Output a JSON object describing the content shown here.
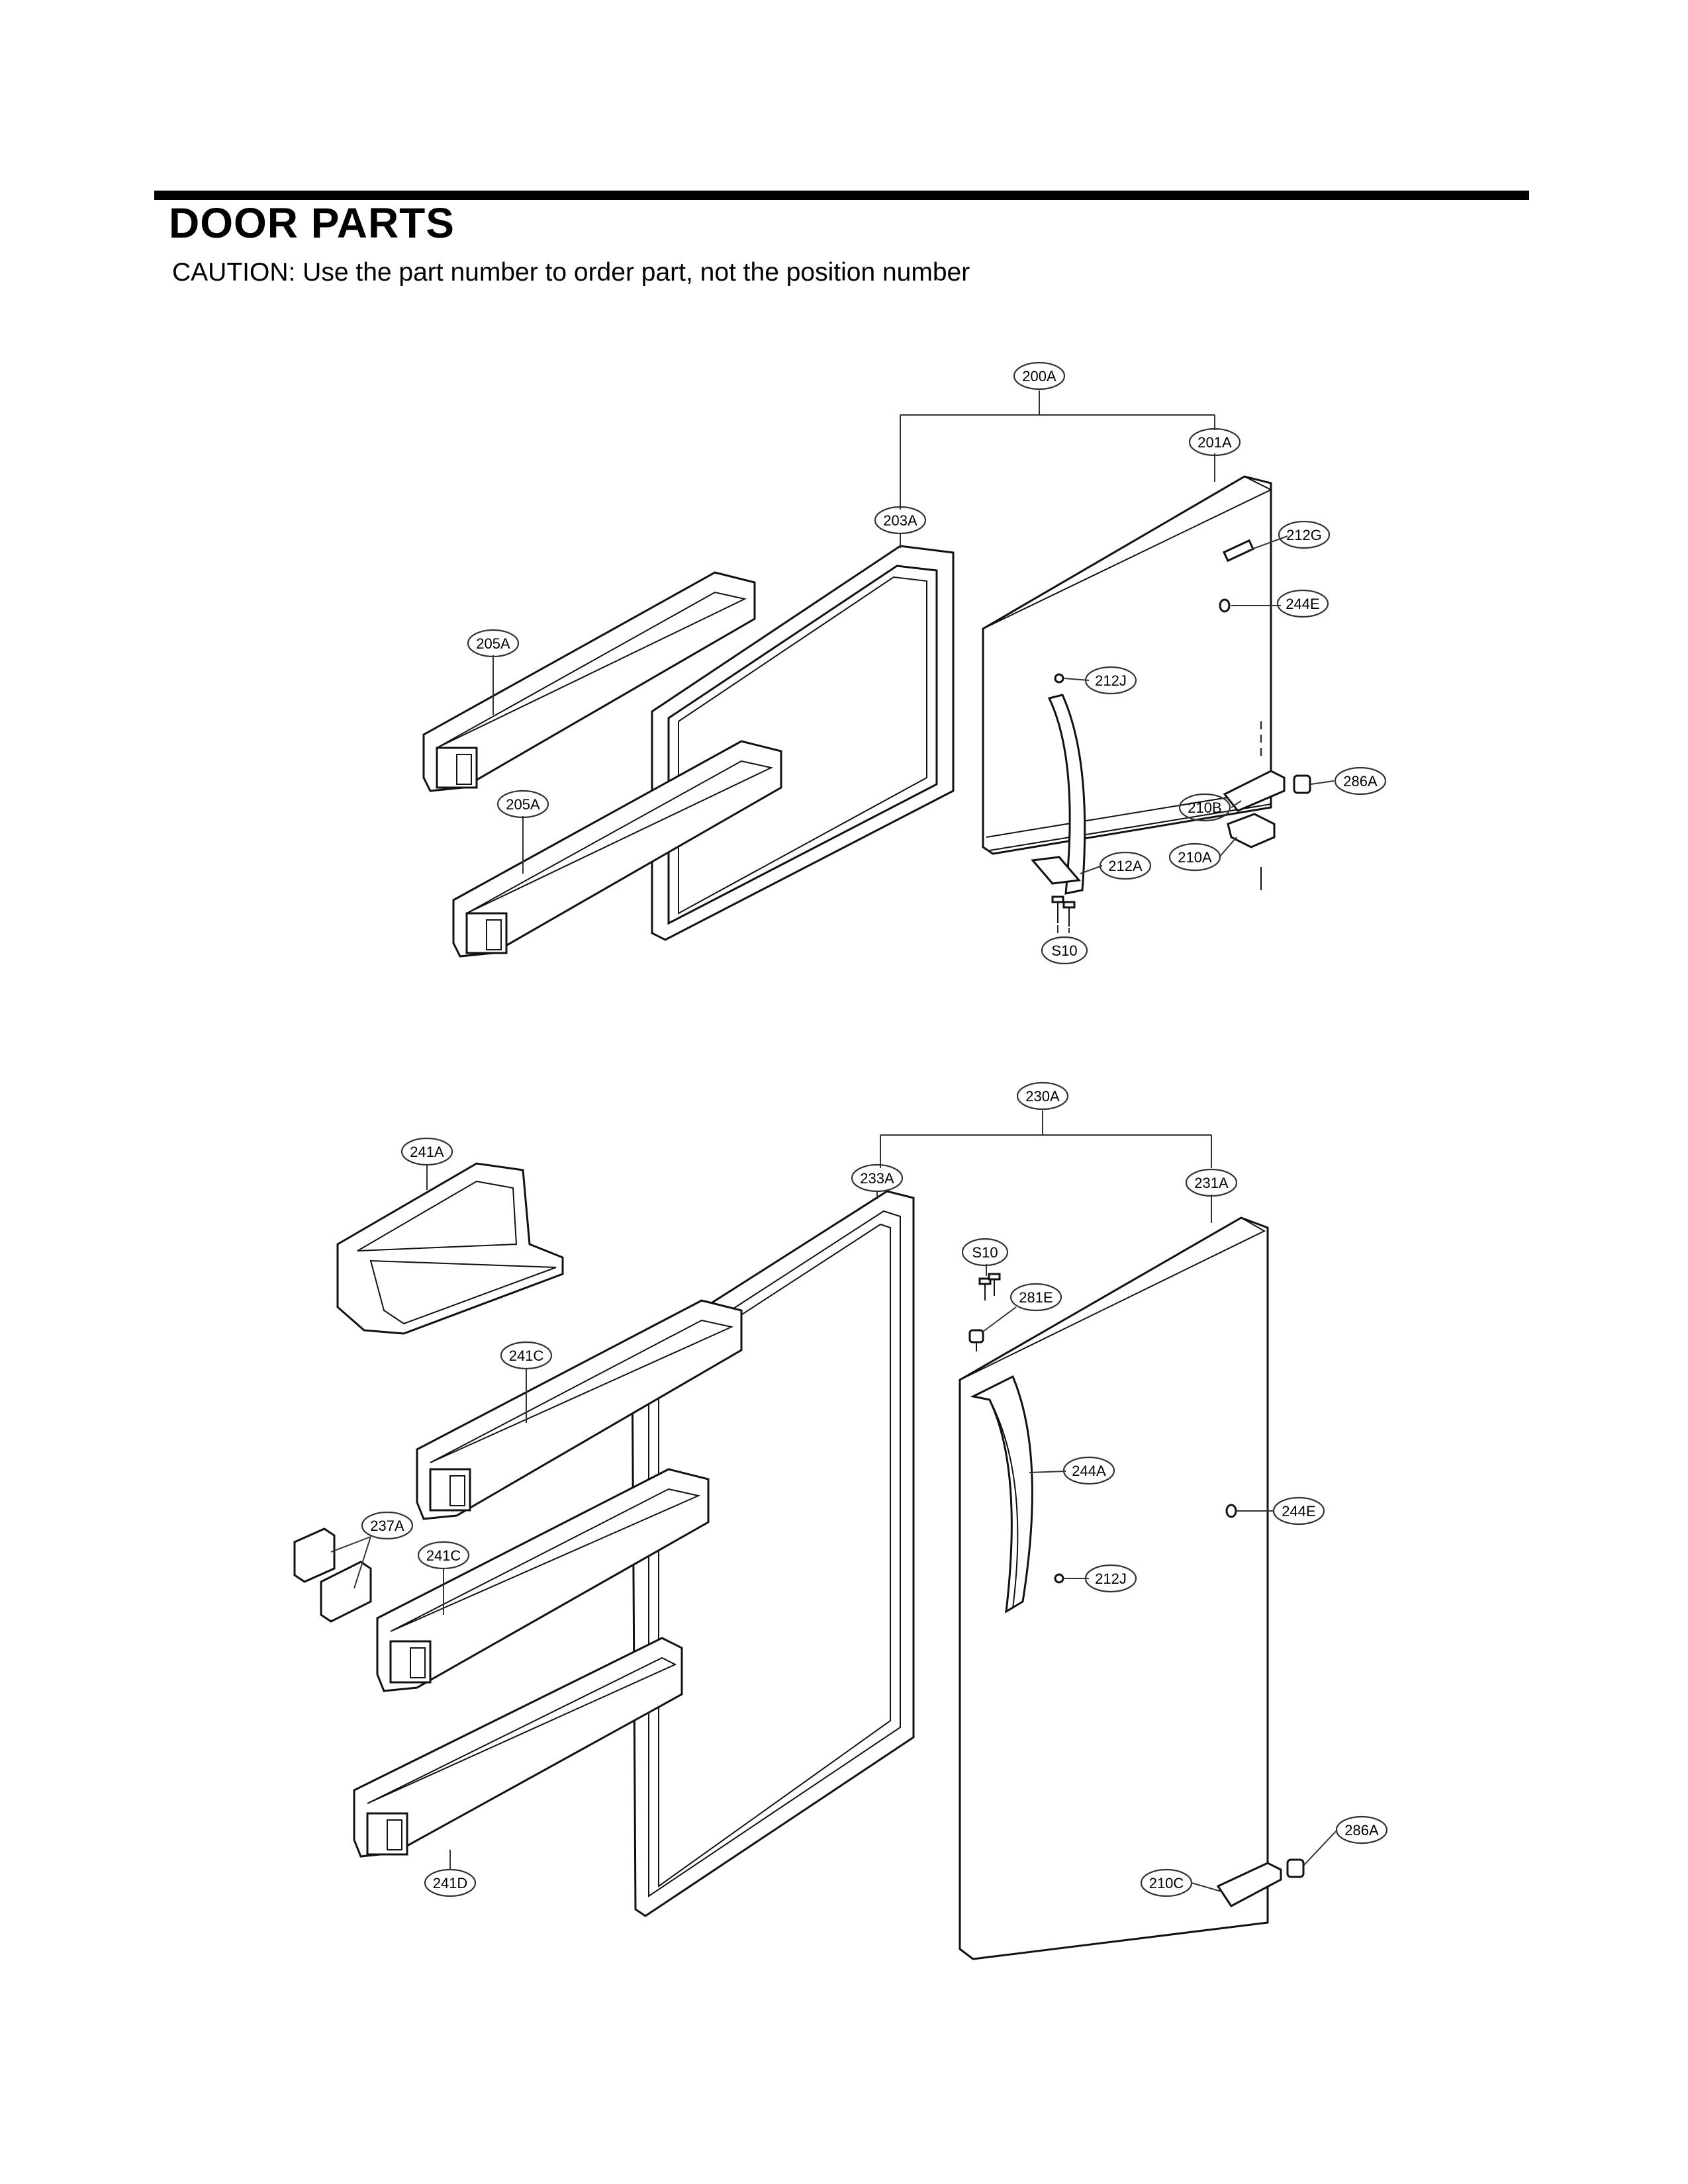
{
  "header": {
    "title": "DOOR PARTS",
    "caution": "CAUTION: Use the part number to order part, not the position number"
  },
  "callouts": {
    "c200A": "200A",
    "c201A": "201A",
    "c203A": "203A",
    "c212G": "212G",
    "c244E_top": "244E",
    "c205A_1": "205A",
    "c205A_2": "205A",
    "c212J_top": "212J",
    "c286A_top": "286A",
    "c210B": "210B",
    "c210A": "210A",
    "c212A": "212A",
    "c S10_top": "S10",
    "c230A": "230A",
    "c241A": "241A",
    "c233A": "233A",
    "c231A": "231A",
    "cS10_bot": "S10",
    "c281E": "281E",
    "c241C_1": "241C",
    "c244A": "244A",
    "c244E_bot": "244E",
    "c237A": "237A",
    "c241C_2": "241C",
    "c212J_bot": "212J",
    "c286A_bot": "286A",
    "c241D": "241D",
    "c210C": "210C",
    "cS10_top": "S10"
  }
}
